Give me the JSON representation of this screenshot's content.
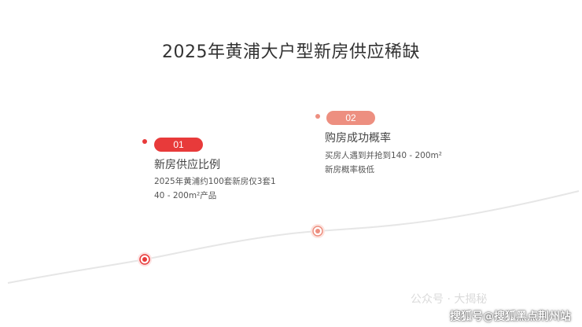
{
  "title": "2025年黄浦大户型新房供应稀缺",
  "points": [
    {
      "badge": "01",
      "heading": "新房供应比例",
      "lines": [
        "2025年黄浦约100套新房仅3套1",
        "40 - 200m²产品"
      ],
      "color": "#e83a3a"
    },
    {
      "badge": "02",
      "heading": "购房成功概率",
      "lines": [
        "买房人遇到并抢到140 - 200m²",
        "新房概率极低"
      ],
      "color": "#ed8f80"
    }
  ],
  "watermark": "搜狐号@搜狐黑点荆州站",
  "watermark_faded": "公众号 · 大揭秘"
}
